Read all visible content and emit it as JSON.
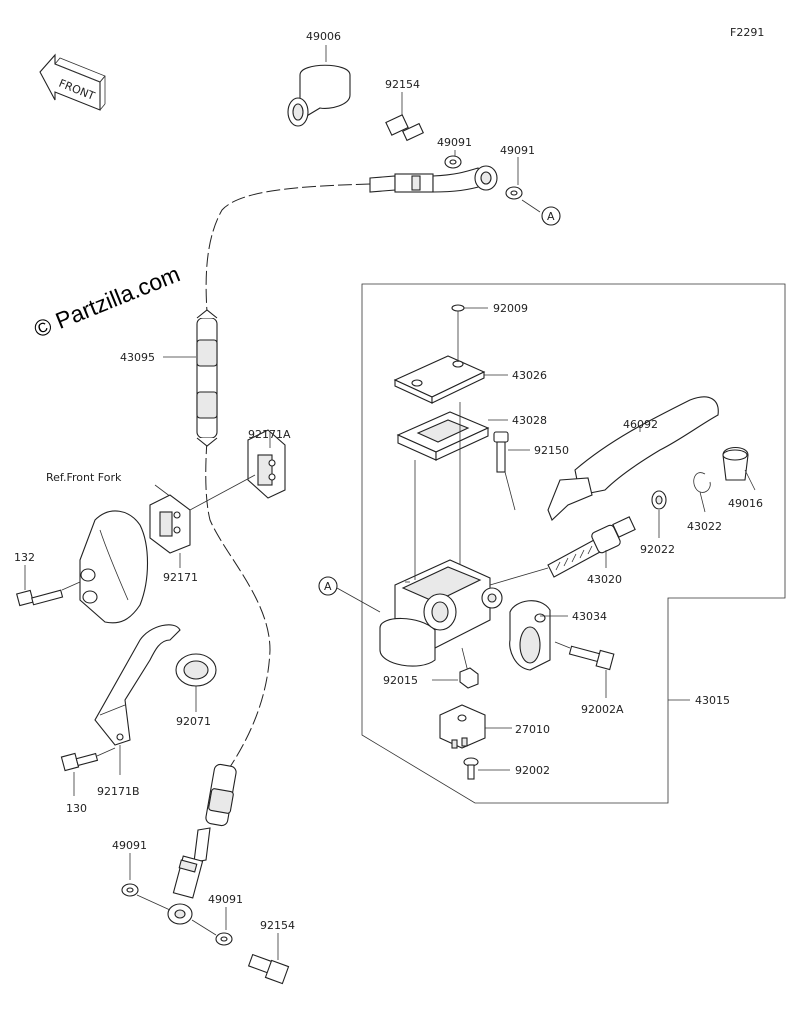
{
  "figure_code": "F2291",
  "watermark": "© Partzilla.com",
  "front_label": "FRONT",
  "reference_note": "Ref.Front Fork",
  "callout_letter": "A",
  "parts": {
    "p49006": "49006",
    "p92154_top": "92154",
    "p49091_a": "49091",
    "p49091_b": "49091",
    "p92009": "92009",
    "p43026": "43026",
    "p43028": "43028",
    "p92150": "92150",
    "p46092": "46092",
    "p43095": "43095",
    "p92171A": "92171A",
    "p132": "132",
    "p92171": "92171",
    "p92071": "92071",
    "p130": "130",
    "p92171B": "92171B",
    "p49016": "49016",
    "p43022": "43022",
    "p92022": "92022",
    "p43020": "43020",
    "p43034": "43034",
    "p92015": "92015",
    "p92002A": "92002A",
    "p43015": "43015",
    "p27010": "27010",
    "p92002": "92002",
    "p49091_c": "49091",
    "p49091_d": "49091",
    "p92154_bot": "92154"
  }
}
